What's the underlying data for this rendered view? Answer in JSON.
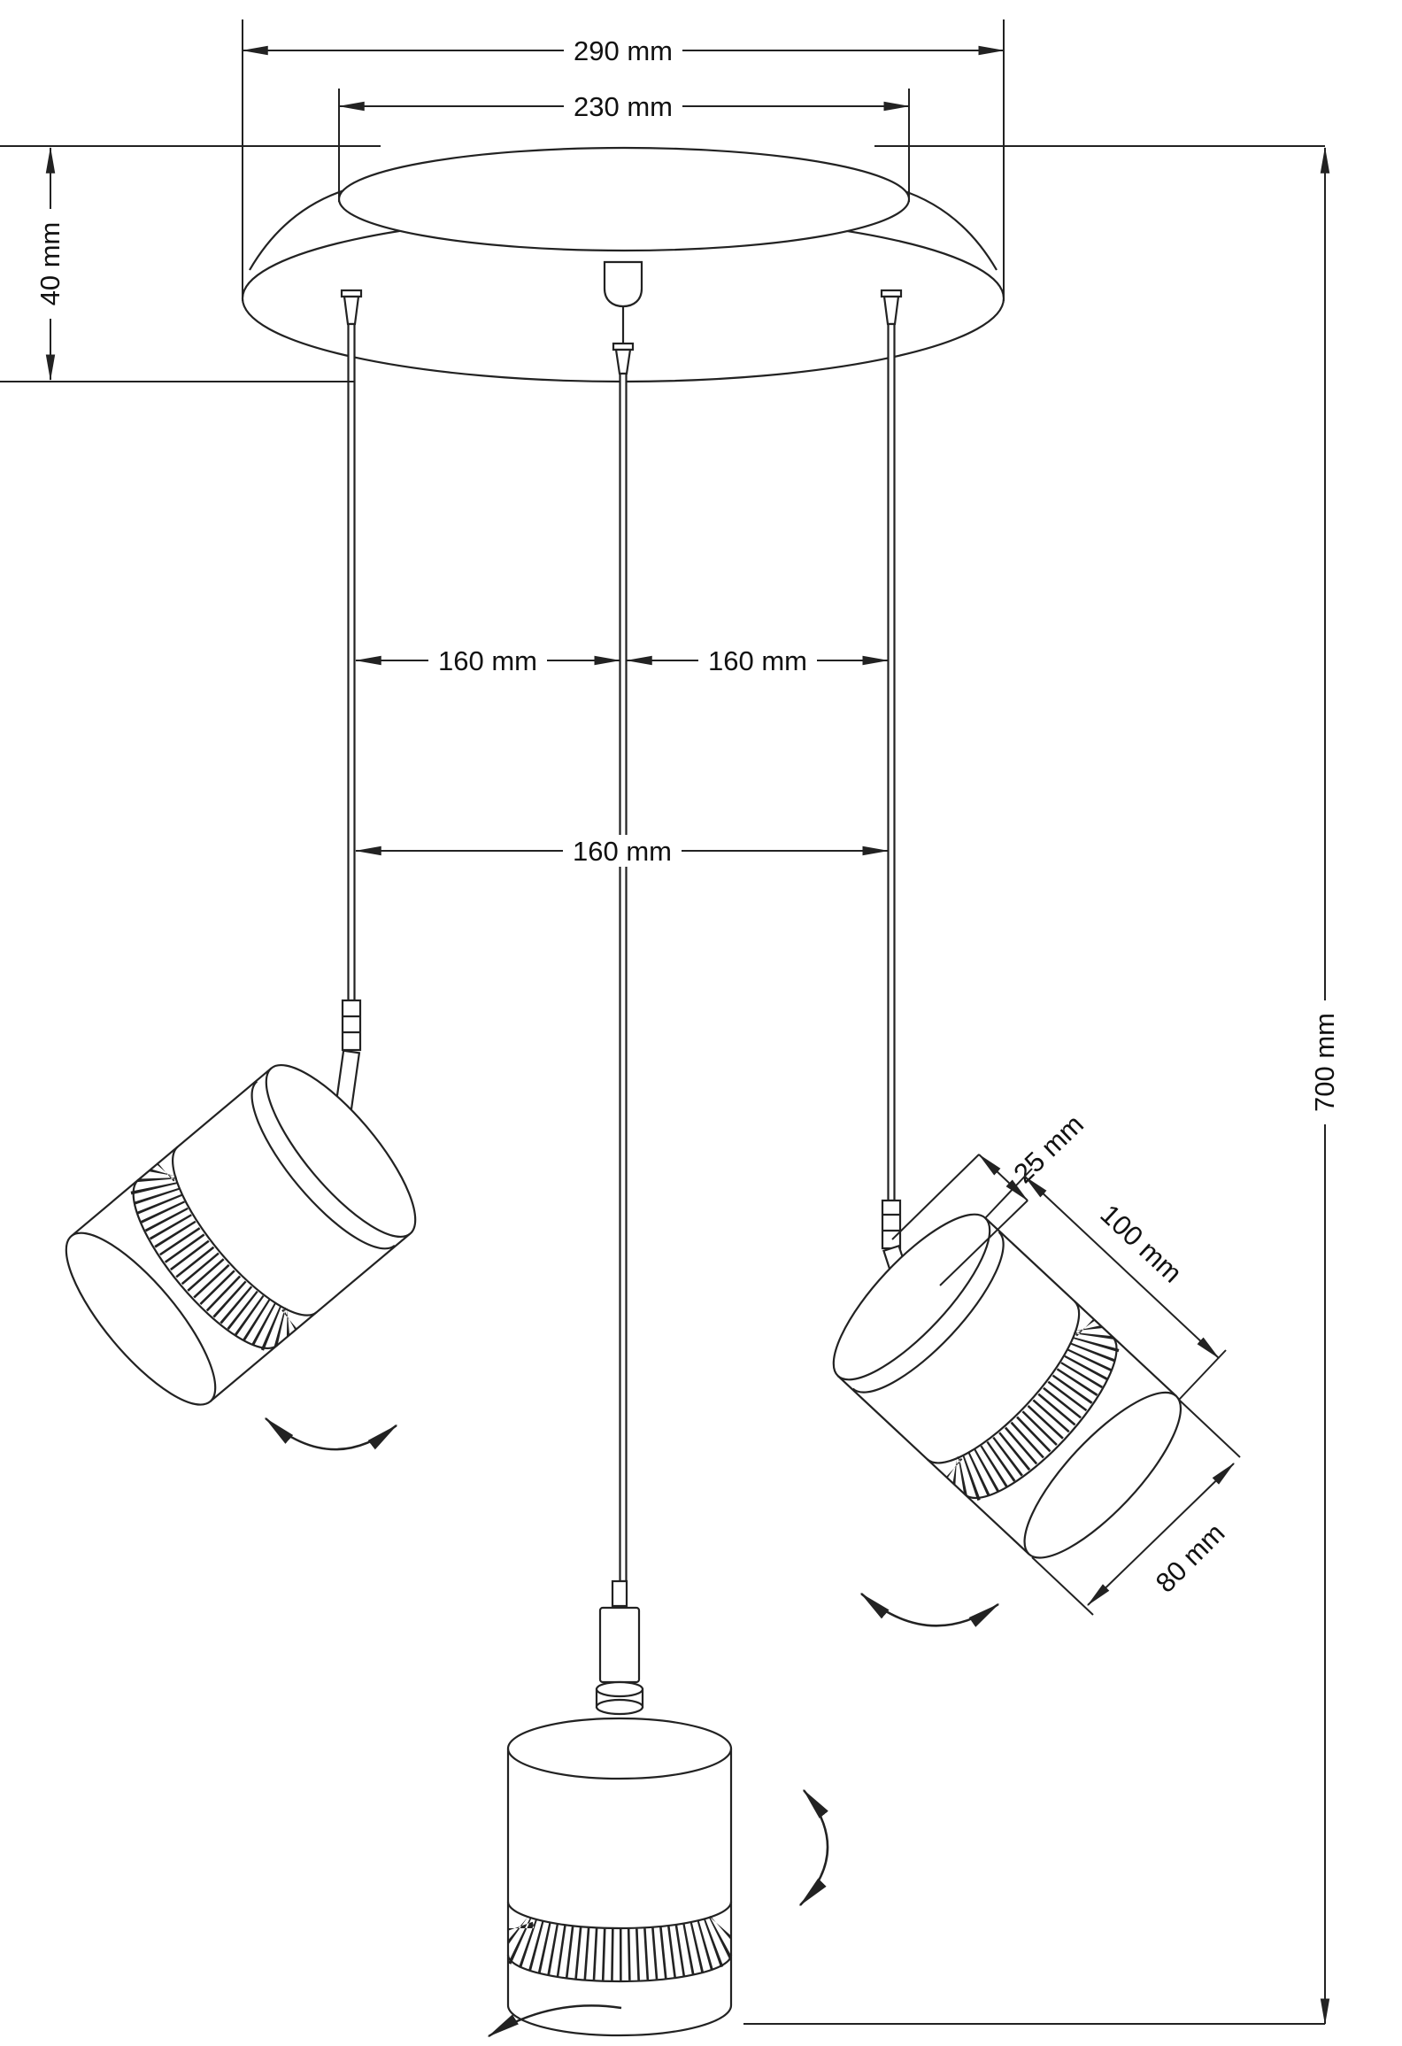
{
  "drawing": {
    "line_color": "#222222",
    "labels": {
      "canopy_width": "290 mm",
      "canopy_top_width": "230 mm",
      "canopy_height": "40 mm",
      "spacing_left": "160 mm",
      "spacing_right": "160 mm",
      "spacing_outer": "160 mm",
      "overall_drop": "700 mm",
      "pivot": "25 mm",
      "shade_length": "100 mm",
      "shade_diameter": "80 mm"
    }
  }
}
